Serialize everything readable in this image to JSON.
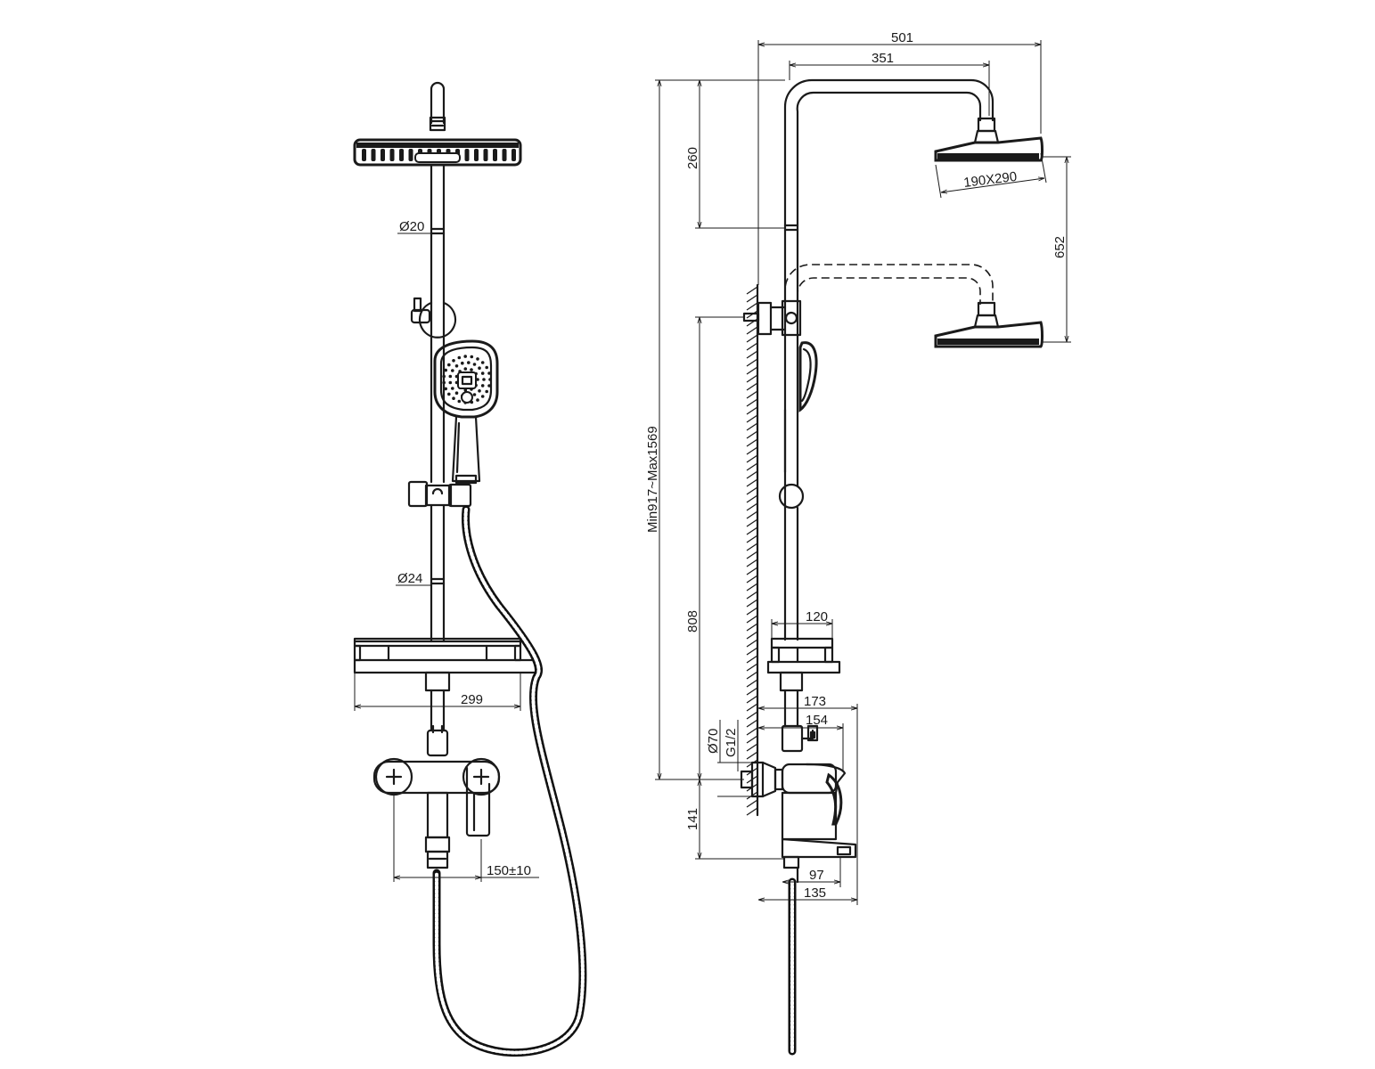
{
  "dimensions": {
    "pipe_top_diameter": "Ø20",
    "pipe_bottom_diameter": "Ø24",
    "shelf_width": "299",
    "mixer_spacing": "150±10",
    "total_depth": "501",
    "arm_depth": "351",
    "top_height": "260",
    "total_height": "Min917~Max1569",
    "headshower_size": "190X290",
    "arm_adjust": "652",
    "rail_height": "808",
    "shelf_depth": "120",
    "mixer_depth_outer": "173",
    "mixer_depth_inner": "154",
    "flange_diameter": "Ø70",
    "thread": "G1/2",
    "spout_height": "141",
    "spout_reach": "97",
    "spout_total": "135"
  }
}
